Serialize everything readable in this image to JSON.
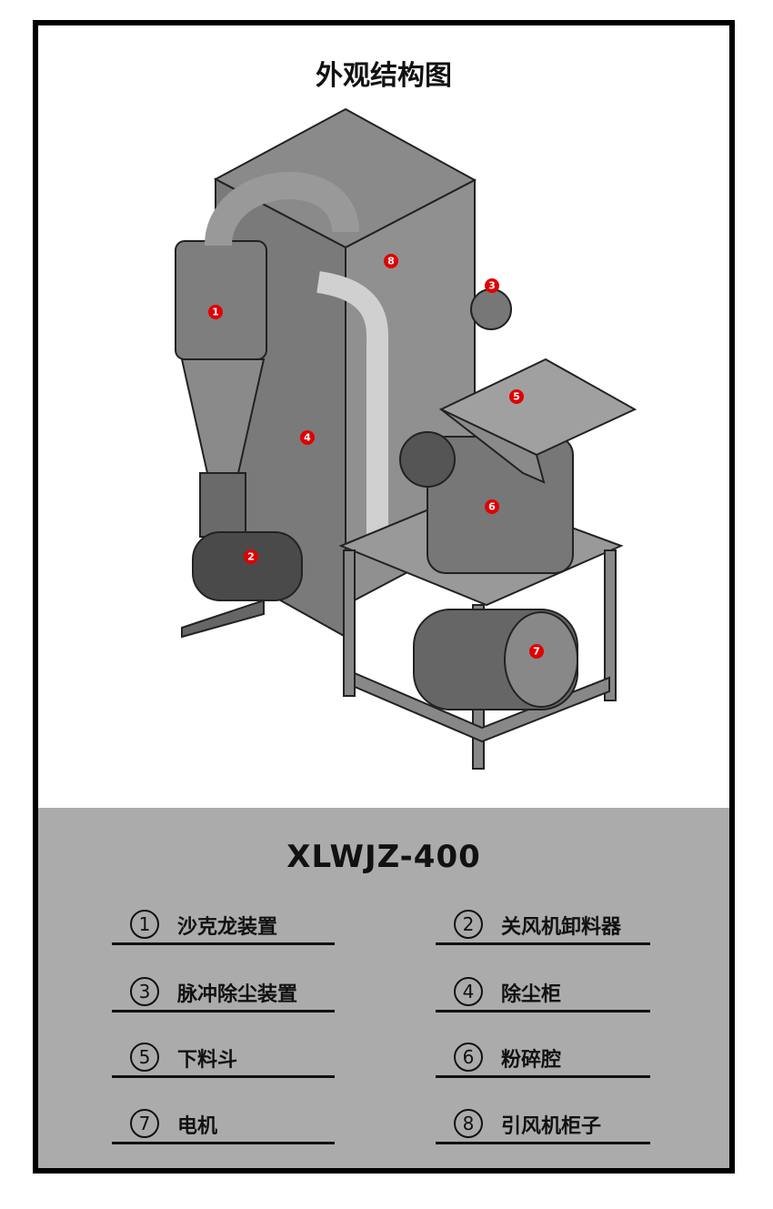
{
  "title": "外观结构图",
  "model": "XLWJZ-400",
  "markers": [
    "1",
    "2",
    "3",
    "4",
    "5",
    "6",
    "7",
    "8"
  ],
  "legend": [
    {
      "num": "1",
      "label": "沙克龙装置"
    },
    {
      "num": "2",
      "label": "关风机卸料器"
    },
    {
      "num": "3",
      "label": "脉冲除尘装置"
    },
    {
      "num": "4",
      "label": "除尘柜"
    },
    {
      "num": "5",
      "label": "下料斗"
    },
    {
      "num": "6",
      "label": "粉碎腔"
    },
    {
      "num": "7",
      "label": "电机"
    },
    {
      "num": "8",
      "label": "引风机柜子"
    }
  ],
  "colors": {
    "marker": "#e00000",
    "panel": "#ababab"
  }
}
